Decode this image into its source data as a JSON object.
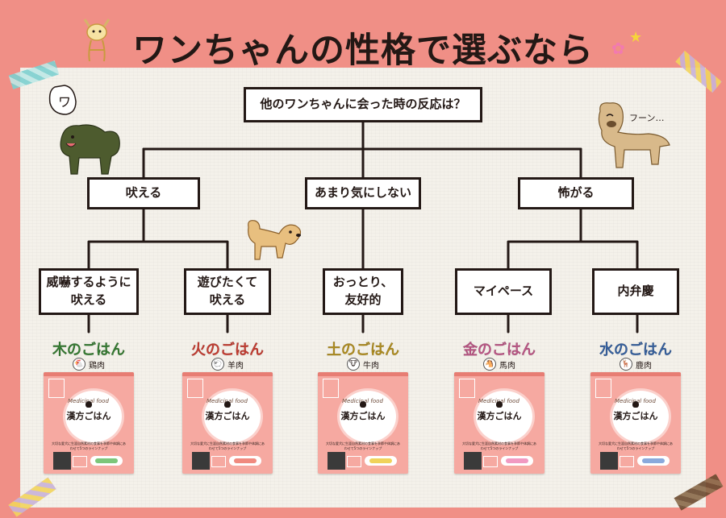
{
  "title": "ワンちゃんの性格で選ぶなら",
  "question": "他のワンちゃんに会った時の反応は？",
  "level1": [
    "吠える",
    "あまり気にしない",
    "怖がる"
  ],
  "level2": [
    {
      "line1": "威嚇するように",
      "line2": "吠える"
    },
    {
      "line1": "遊びたくて",
      "line2": "吠える"
    },
    {
      "line1": "おっとり、",
      "line2": "友好的"
    },
    {
      "line1": "マイペース",
      "line2": ""
    },
    {
      "line1": "内弁慶",
      "line2": ""
    }
  ],
  "foods": [
    {
      "name": "木のごはん",
      "meat": "鶏肉",
      "color": "#3e8d3a",
      "bone_color": "#7cc67a",
      "meat_icon": "chicken-icon",
      "meat_glyph": "🐔"
    },
    {
      "name": "火のごはん",
      "meat": "羊肉",
      "color": "#e0463a",
      "bone_color": "#f08a7f",
      "meat_icon": "sheep-icon",
      "meat_glyph": "🐑"
    },
    {
      "name": "土のごはん",
      "meat": "牛肉",
      "color": "#c9a226",
      "bone_color": "#f0d35a",
      "meat_icon": "cow-icon",
      "meat_glyph": "🐮"
    },
    {
      "name": "金のごはん",
      "meat": "馬肉",
      "color": "#d7649a",
      "bone_color": "#f19ac2",
      "meat_icon": "horse-icon",
      "meat_glyph": "🐴"
    },
    {
      "name": "水のごはん",
      "meat": "鹿肉",
      "color": "#3f6fb5",
      "bone_color": "#8aa9dc",
      "meat_icon": "deer-icon",
      "meat_glyph": "🦌"
    }
  ],
  "package": {
    "script_text": "Medicinal food",
    "kanpo": "漢方ごはん",
    "desc": "大切な愛犬に生涯自然素材の食事を季節や体調にあわせて5つのラインナップ"
  },
  "bubble_text": "ワ",
  "sound_text": "フーン…",
  "colors": {
    "background": "#f08f86",
    "board": "#f4f1ea",
    "ink": "#231815"
  }
}
